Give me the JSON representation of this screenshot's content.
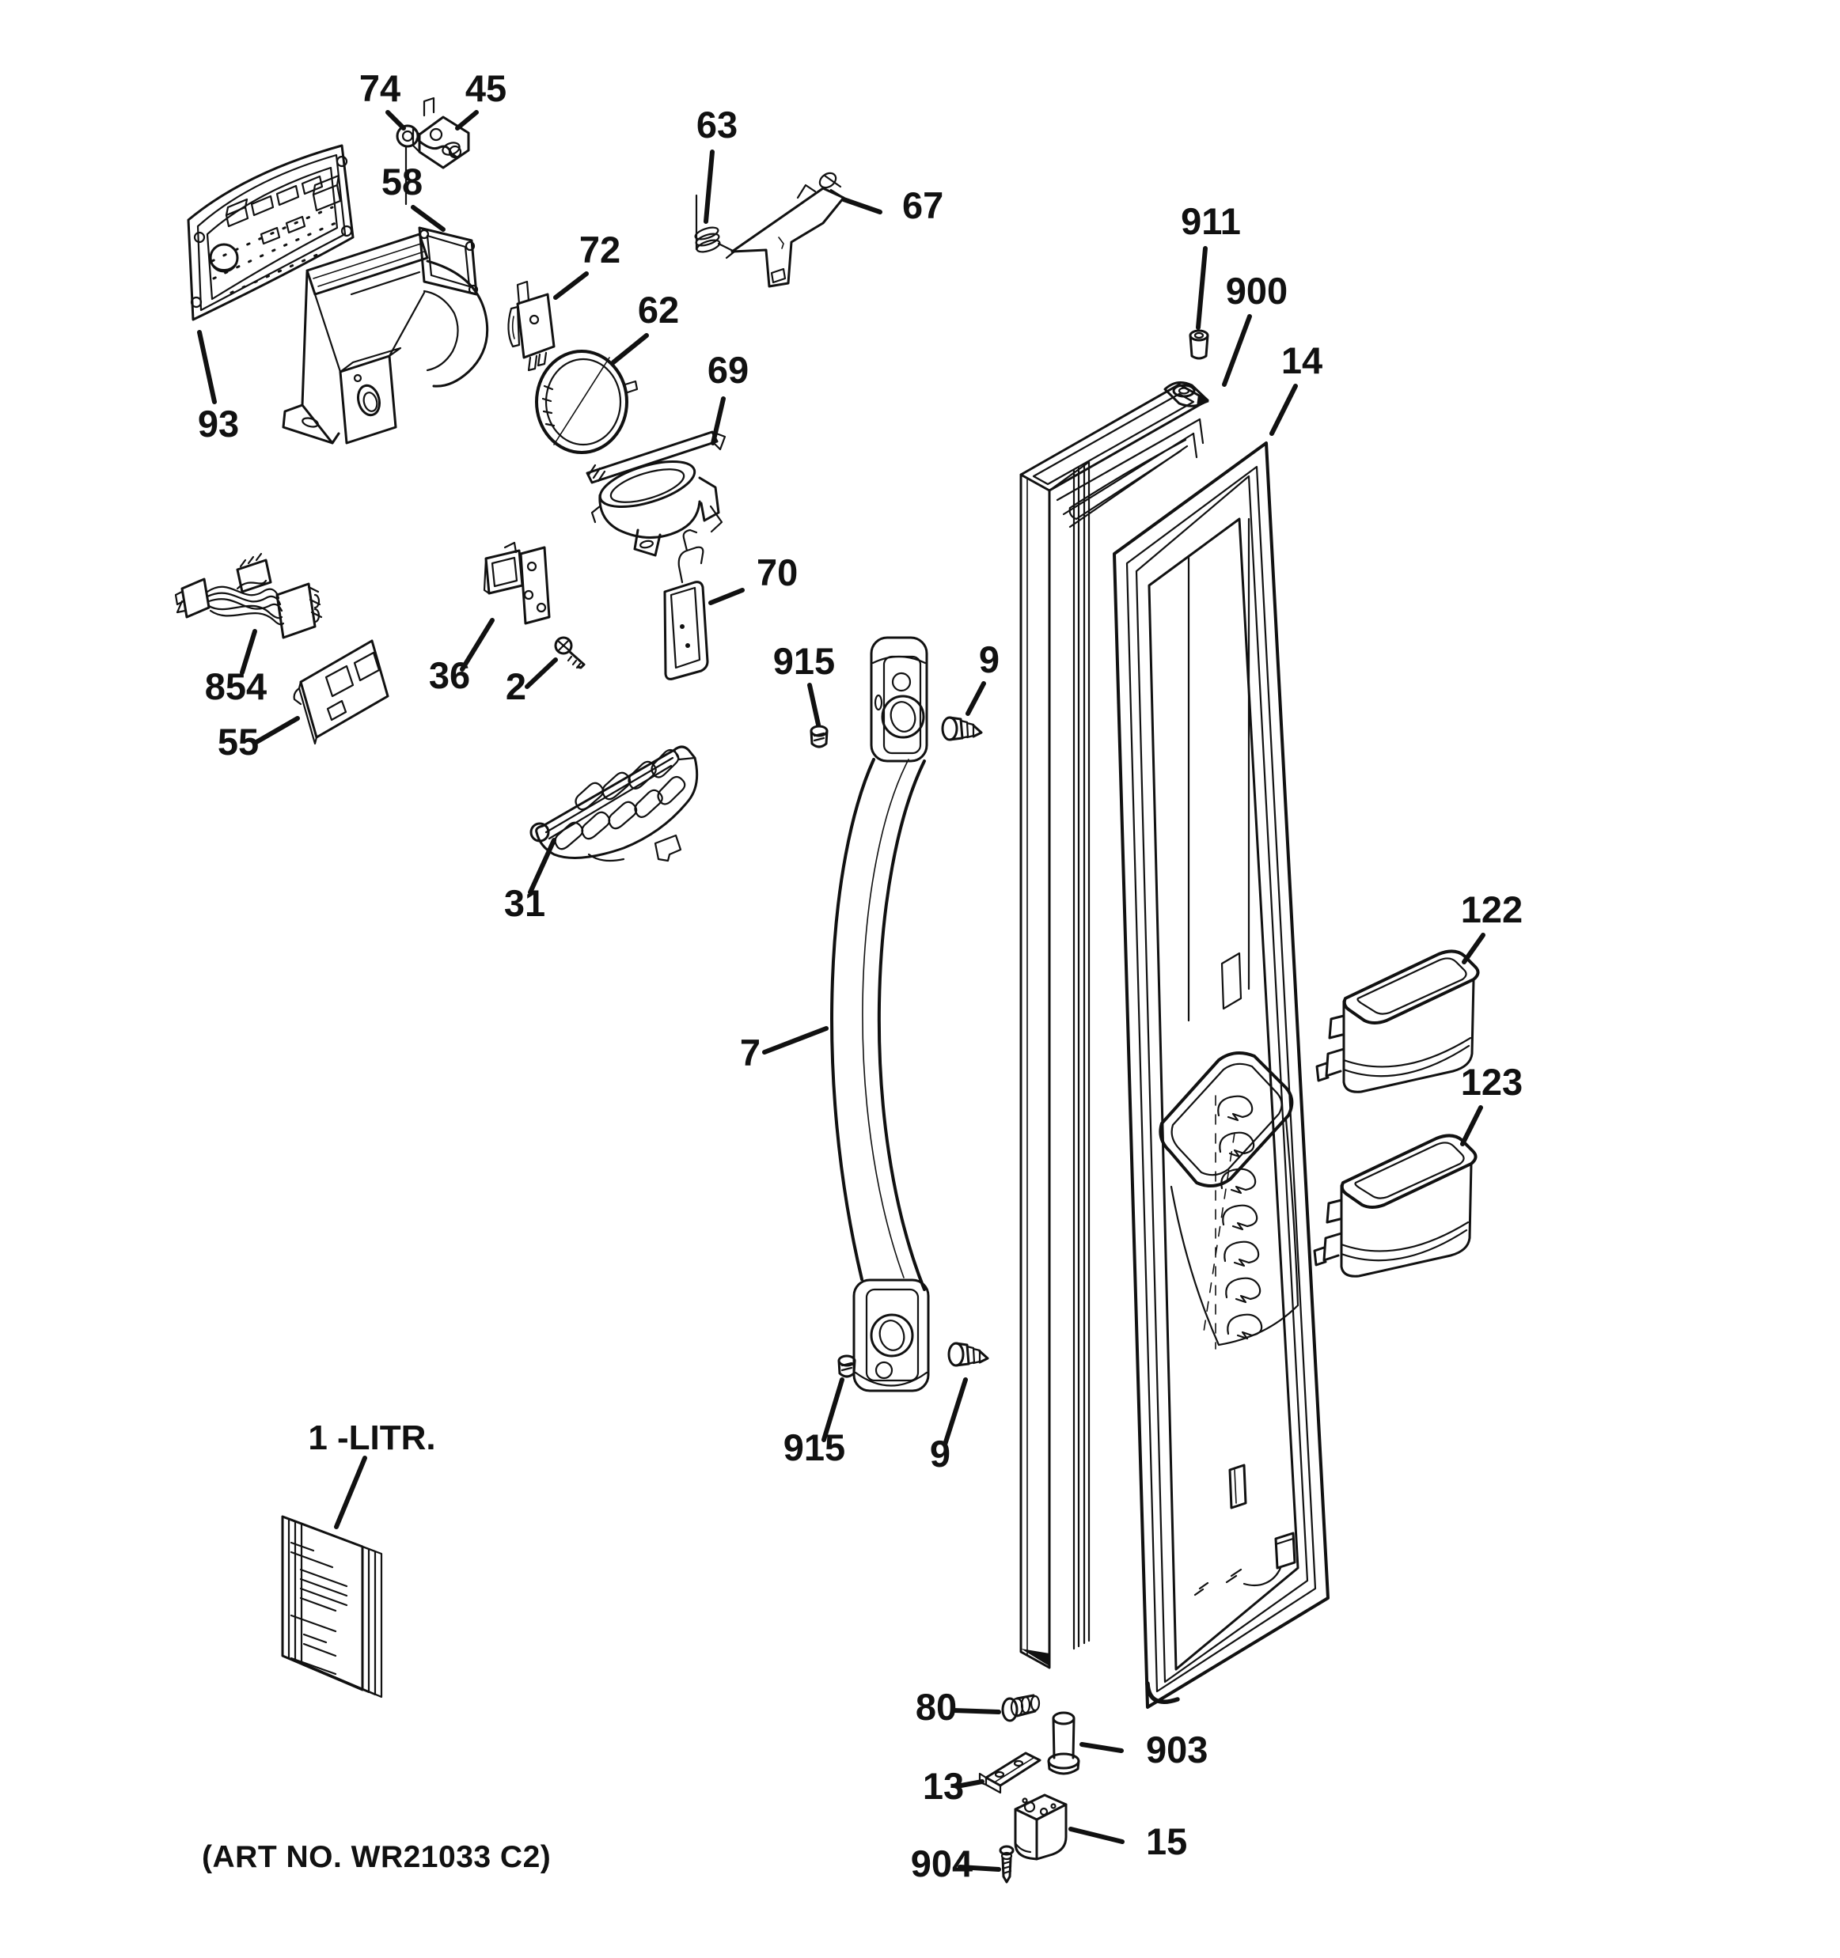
{
  "colors": {
    "ink": "#111111",
    "paper": "#ffffff"
  },
  "diagram": {
    "art_no": "(ART NO. WR21033 C2)",
    "booklet_label": "1 -LITR.",
    "callouts": [
      {
        "label": "74"
      },
      {
        "label": "45"
      },
      {
        "label": "63"
      },
      {
        "label": "67"
      },
      {
        "label": "58"
      },
      {
        "label": "72"
      },
      {
        "label": "62"
      },
      {
        "label": "69"
      },
      {
        "label": "93"
      },
      {
        "label": "854"
      },
      {
        "label": "36"
      },
      {
        "label": "2"
      },
      {
        "label": "55"
      },
      {
        "label": "70"
      },
      {
        "label": "915"
      },
      {
        "label": "9"
      },
      {
        "label": "31"
      },
      {
        "label": "7"
      },
      {
        "label": "915"
      },
      {
        "label": "9"
      },
      {
        "label": "911"
      },
      {
        "label": "900"
      },
      {
        "label": "14"
      },
      {
        "label": "122"
      },
      {
        "label": "123"
      },
      {
        "label": "80"
      },
      {
        "label": "903"
      },
      {
        "label": "13"
      },
      {
        "label": "15"
      },
      {
        "label": "904"
      }
    ]
  }
}
